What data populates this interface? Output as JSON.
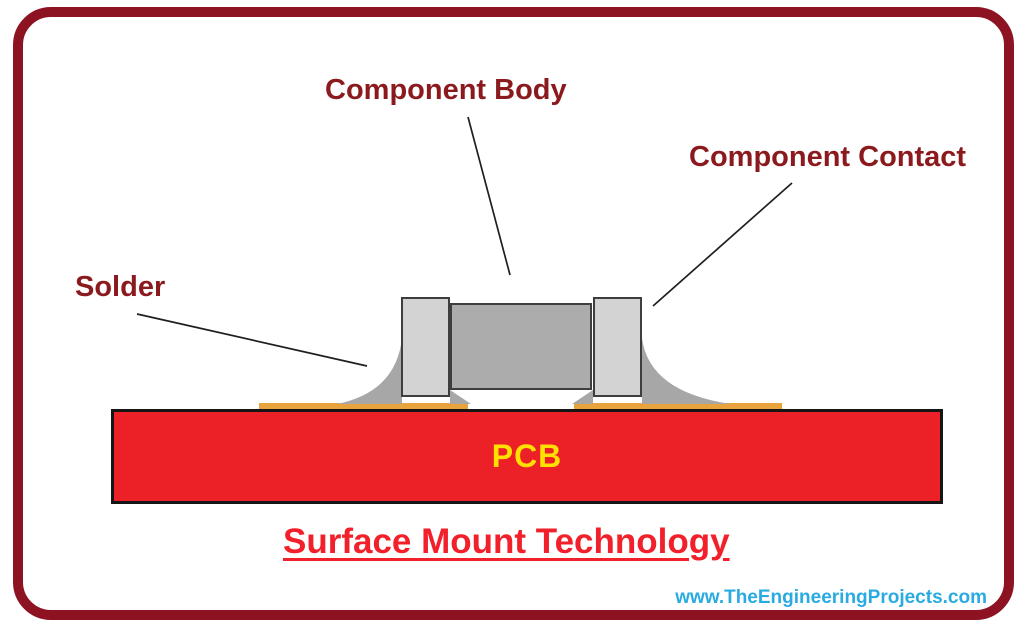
{
  "diagram": {
    "labels": {
      "component_body": "Component Body",
      "component_contact": "Component Contact",
      "solder": "Solder",
      "pcb": "PCB"
    },
    "title": "Surface Mount Technology",
    "watermark": "www.TheEngineeringProjects.com",
    "colors": {
      "frame_maroon": "#8D1322",
      "label_maroon": "#8B1A1E",
      "title_red": "#F2202A",
      "pcb_red": "#EC2127",
      "pcb_text_yellow": "#FFE000",
      "pad_orange": "#E8A33C",
      "component_body_gray": "#ACACAC",
      "component_contact_gray": "#D3D3D3",
      "solder_gray": "#A7A7A7",
      "watermark_blue": "#29ABE2",
      "leader_line": "#1F1F1F"
    }
  }
}
